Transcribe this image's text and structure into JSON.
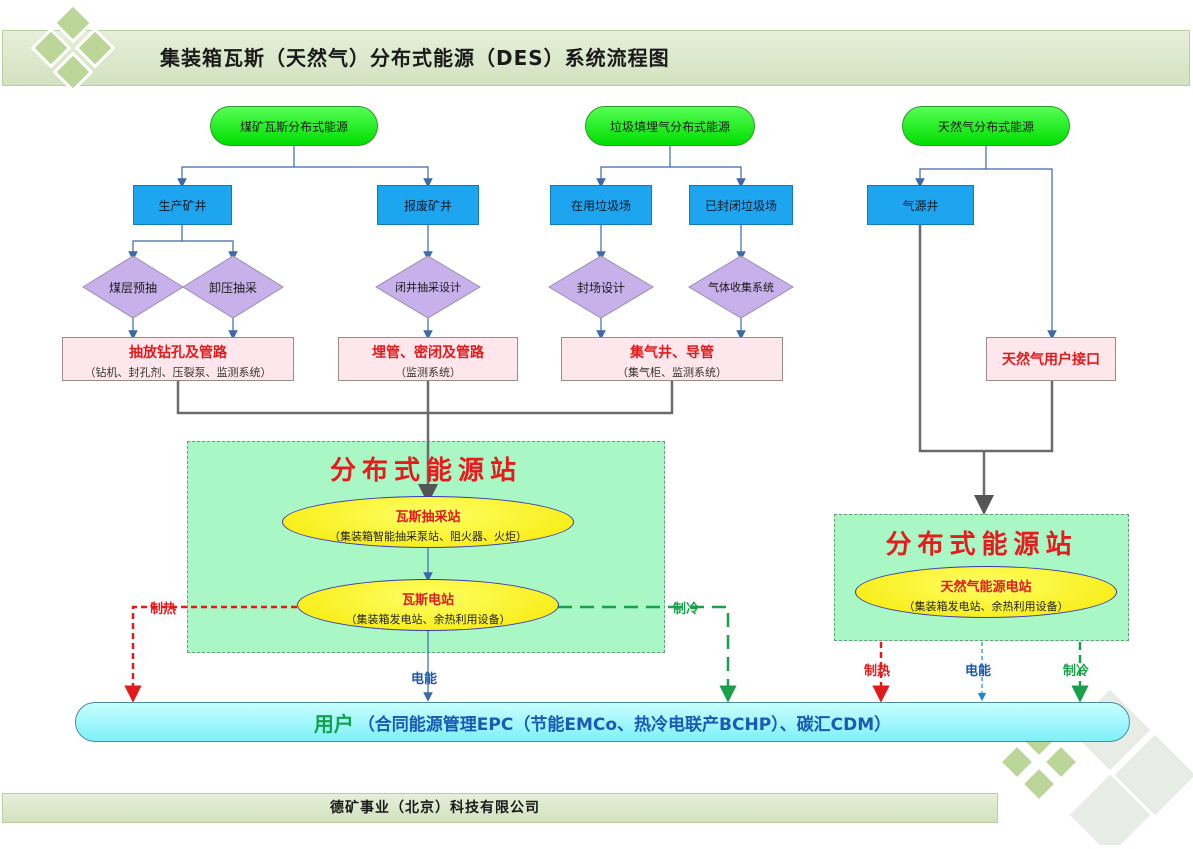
{
  "title": "集装箱瓦斯（天然气）分布式能源（DES）系统流程图",
  "footer": "德矿事业（北京）科技有限公司",
  "sources": {
    "coal_mine": "煤矿瓦斯分布式能源",
    "landfill": "垃圾填埋气分布式能源",
    "natural_gas": "天然气分布式能源"
  },
  "blue_boxes": {
    "production_mine": "生产矿井",
    "abandoned_mine": "报废矿井",
    "active_landfill": "在用垃圾场",
    "closed_landfill": "已封闭垃圾场",
    "gas_well": "气源井"
  },
  "diamonds": {
    "seam_pre_drain": "煤层预抽",
    "pressure_relief": "卸压抽采",
    "closed_well_design": "闭井抽采设计",
    "site_seal_design": "封场设计",
    "gas_collection": "气体收集系统"
  },
  "pink_boxes": {
    "drilling": {
      "title": "抽放钻孔及管路",
      "sub": "（钻机、封孔剂、压裂泵、监测系统）"
    },
    "piping": {
      "title": "埋管、密闭及管路",
      "sub": "（监测系统）"
    },
    "gas_wells": {
      "title": "集气井、导管",
      "sub": "（集气柜、监测系统）"
    },
    "ng_interface": {
      "title": "天然气用户接口"
    }
  },
  "station_left": {
    "title": "分布式能源站",
    "extraction": {
      "title": "瓦斯抽采站",
      "sub": "（集装箱智能抽采泵站、阻火器、火炬）"
    },
    "power": {
      "title": "瓦斯电站",
      "sub": "（集装箱发电站、余热利用设备）"
    }
  },
  "station_right": {
    "title": "分布式能源站",
    "power": {
      "title": "天然气能源电站",
      "sub": "（集装箱发电站、余热利用设备）"
    }
  },
  "flow_labels": {
    "heat": "制热",
    "cool": "制冷",
    "power": "电能"
  },
  "user": {
    "main": "用户",
    "rest": "（合同能源管理EPC（节能EMCo、热冷电联产BCHP）、碳汇CDM）"
  },
  "colors": {
    "heat": "#e11b1b",
    "cool": "#1aa04a",
    "power": "#1a8ad4",
    "line": "#555555"
  }
}
